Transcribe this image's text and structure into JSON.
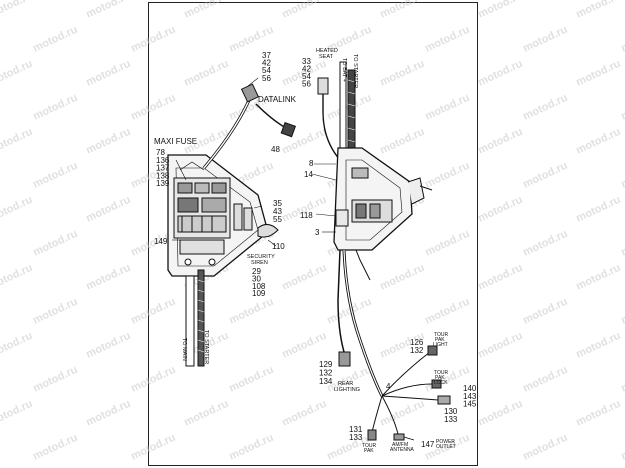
{
  "watermark": "motod.ru",
  "left_assembly": {
    "label_maxi_fuse": "MAXI FUSE",
    "label_datalink": "DATALINK",
    "label_security_siren": "SECURITY\nSIREN",
    "label_to_main": "TO MAIN",
    "label_to_starter": "TO STARTER",
    "callouts_top": [
      "37",
      "42",
      "54",
      "56"
    ],
    "callout_48": "48",
    "callouts_fuse": [
      "78",
      "136",
      "137",
      "138",
      "139"
    ],
    "callouts_right": [
      "35",
      "43",
      "55"
    ],
    "callout_149": "149",
    "callout_110": "110",
    "callouts_bottom": [
      "29",
      "30",
      "108",
      "109"
    ]
  },
  "right_assembly": {
    "label_heated_seat": "HEATED\nSEAT",
    "label_to_bat": "TO BAT +",
    "label_to_starter": "TO STARTER",
    "callouts_seat": [
      "33",
      "42",
      "54",
      "56"
    ],
    "callout_8": "8",
    "callout_14": "14",
    "callout_118": "118",
    "callout_3": "3",
    "callouts_rear": [
      "129",
      "132",
      "134"
    ],
    "label_rear_lighting": "REAR\nLIGHTING",
    "callouts_tour_light": [
      "126",
      "132"
    ],
    "label_tour_light": "TOUR\nPAK\nLIGHT",
    "label_tour_lock": "TOUR\nPAK\nLOCK",
    "callout_4": "4",
    "callouts_lock": [
      "140",
      "143",
      "145"
    ],
    "callouts_outlet": [
      "130",
      "133"
    ],
    "callouts_tourpak": [
      "131",
      "133"
    ],
    "label_tour_pak": "TOUR\nPAK",
    "label_antenna": "AM/FM\nANTENNA",
    "callout_147": "147",
    "label_power_outlet": "POWER\nOUTLET"
  }
}
